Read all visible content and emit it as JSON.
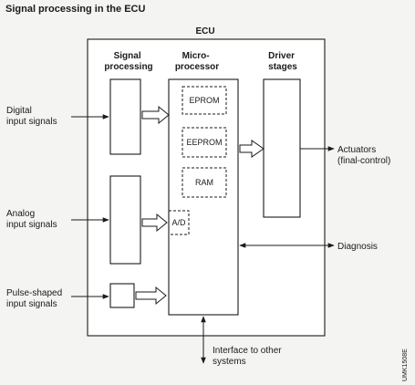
{
  "title": "Signal processing in the ECU",
  "ecu": {
    "label": "ECU"
  },
  "headers": {
    "signal_processing": [
      "Signal",
      "processing"
    ],
    "microprocessor": [
      "Micro-",
      "processor"
    ],
    "driver_stages": [
      "Driver",
      "stages"
    ]
  },
  "memory": {
    "eprom": "EPROM",
    "eeprom": "EEPROM",
    "ram": "RAM",
    "ad": "A/D"
  },
  "inputs": {
    "digital": [
      "Digital",
      "input signals"
    ],
    "analog": [
      "Analog",
      "input signals"
    ],
    "pulse": [
      "Pulse-shaped",
      "input signals"
    ]
  },
  "outputs": {
    "actuators": [
      "Actuators",
      "(final-control)"
    ],
    "diagnosis": "Diagnosis",
    "interface": [
      "Interface to other",
      "systems"
    ]
  },
  "figure_code": "UMK1508E"
}
